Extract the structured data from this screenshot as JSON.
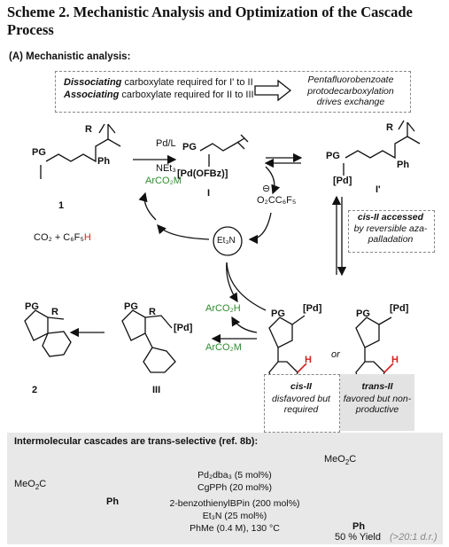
{
  "header": {
    "title": "Scheme 2. Mechanistic Analysis and Optimization of the Cascade Process",
    "subtitle": "(A) Mechanistic analysis:"
  },
  "mechanism_box": {
    "line1_bold": "Dissociating",
    "line1_rest": " carboxylate required for I' to II",
    "line2_bold": "Associating",
    "line2_rest": " carboxylate required for II to III",
    "right_text": "Pentafluorobenzoate protodecarboxylation drives exchange"
  },
  "reagents": {
    "step1_a": "Pd/L",
    "step1_b": "NEt₃",
    "step1_c": "ArCO₂M",
    "byproducts": "CO₂ + C₆F₅",
    "byproduct_h": "H",
    "catalyst": "Et₃N",
    "acid": "ArCO₂H",
    "salt": "ArCO₂M",
    "carboxylate": "O₂CC₆F₅",
    "minus": "⊖"
  },
  "compounds": {
    "c1": "1",
    "cI": "I",
    "cIprime": "I'",
    "cII": "III",
    "c2": "2",
    "pg": "PG",
    "ph": "Ph",
    "r": "R",
    "pd": "[Pd]",
    "pd_complex": "[Pd(OFBz)]",
    "or": "or"
  },
  "cis_note": {
    "title": "cis-II accessed",
    "body": "by reversible aza-palladation"
  },
  "cis_box": {
    "label": "cis-II",
    "text": "disfavored but required"
  },
  "trans_box": {
    "label": "trans-II",
    "text": "favored but non-productive"
  },
  "bottom": {
    "title": "Intermolecular cascades are trans-selective (ref. 8b):",
    "cond1": "Pd₂dba₃ (5 mol%)",
    "cond2": "CgPPh (20 mol%)",
    "cond3": "2-benzothienylBPin (200 mol%)",
    "cond4": "Et₃N (25 mol%)",
    "cond5": "PhMe (0.4 M), 130 °C",
    "yield": "50 % Yield",
    "dr": "(>20:1 d.r.)"
  }
}
